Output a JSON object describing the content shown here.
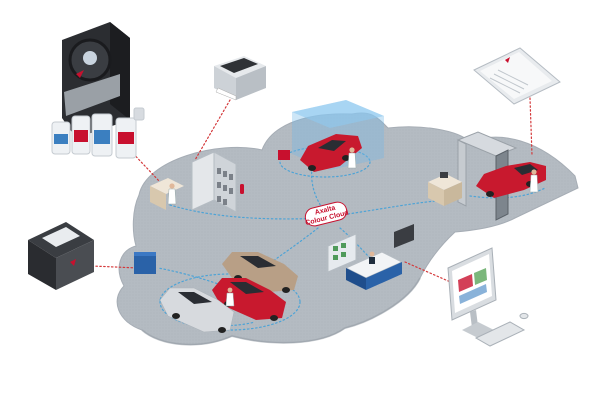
{
  "hub": {
    "line1": "Axalta",
    "line2": "Colour Cloud",
    "brand_color": "#c8102e"
  },
  "palette": {
    "cloud_fill": "#b3bac1",
    "cloud_shade": "#a3abb3",
    "path_dots": "#4da3d6",
    "link_dots": "#d4383a",
    "car_red": "#c8192e",
    "car_tan": "#b89f86",
    "car_silver": "#d7dade"
  },
  "peripherals": [
    {
      "id": "spectrophotometer",
      "icon": "spectrophotometer-icon"
    },
    {
      "id": "label-printer",
      "icon": "printer-icon"
    },
    {
      "id": "tablet",
      "icon": "tablet-icon"
    },
    {
      "id": "weighing-scale",
      "icon": "scale-icon"
    },
    {
      "id": "desktop-monitor",
      "icon": "monitor-icon"
    }
  ],
  "stations": [
    {
      "id": "mixing-room",
      "icon": "mixing-room-icon"
    },
    {
      "id": "color-measurement-booth",
      "icon": "booth-icon"
    },
    {
      "id": "spray-booth",
      "icon": "spray-booth-icon"
    },
    {
      "id": "office-workstation",
      "icon": "workstation-icon"
    },
    {
      "id": "reception-desk",
      "icon": "reception-icon"
    },
    {
      "id": "parking-area",
      "icon": "parked-cars-icon"
    }
  ]
}
